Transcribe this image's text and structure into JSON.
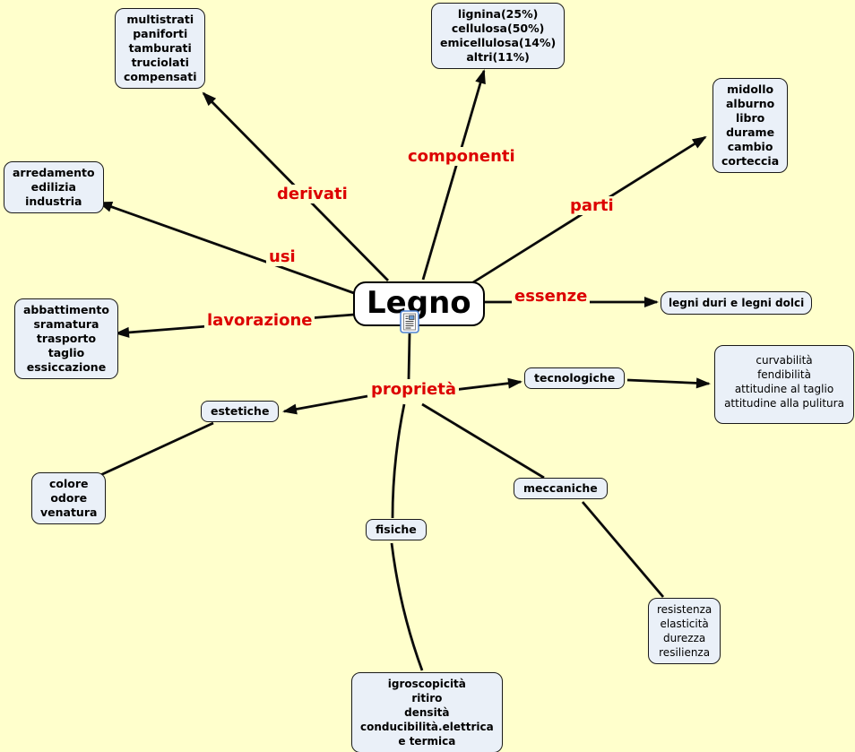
{
  "colors": {
    "background": "#FFFFCC",
    "node_fill": "#EAF0F8",
    "node_border": "#1A1A1A",
    "root_fill": "#FFFFFF",
    "linking_phrase_color": "#DC0000",
    "connector_color": "#0A0A0A"
  },
  "root": {
    "label": "Legno",
    "icon": "document-resource-icon"
  },
  "linking_phrases": {
    "derivati": "derivati",
    "componenti": "componenti",
    "parti": "parti",
    "usi": "usi",
    "essenze": "essenze",
    "lavorazione": "lavorazione",
    "proprieta": "proprietà"
  },
  "concepts": {
    "derivati_list": [
      "multistrati",
      "paniforti",
      "tamburati",
      "truciolati",
      "compensati"
    ],
    "componenti_list": [
      "lignina(25%)",
      "cellulosa(50%)",
      "emicellulosa(14%)",
      "altri(11%)"
    ],
    "parti_list": [
      "midollo",
      "alburno",
      "libro",
      "durame",
      "cambio",
      "corteccia"
    ],
    "usi_list": [
      "arredamento",
      "edilizia",
      "industria"
    ],
    "lavorazione_list": [
      "abbattimento",
      "sramatura",
      "trasporto",
      "taglio",
      "essiccazione"
    ],
    "essenze_list": [
      "legni duri e legni dolci"
    ],
    "tecnologiche": "tecnologiche",
    "estetiche": "estetiche",
    "meccaniche": "meccaniche",
    "fisiche": "fisiche",
    "tecnologiche_list": [
      "curvabilità",
      "fendibilità",
      "attitudine al taglio",
      "attitudine alla pulitura"
    ],
    "estetiche_list": [
      "colore",
      "odore",
      "venatura"
    ],
    "meccaniche_list": [
      "resistenza",
      "elasticità",
      "durezza",
      "resilienza"
    ],
    "fisiche_list": [
      "igroscopicità",
      "ritiro",
      "densità",
      "conducibilità.elettrica",
      "e termica"
    ]
  }
}
